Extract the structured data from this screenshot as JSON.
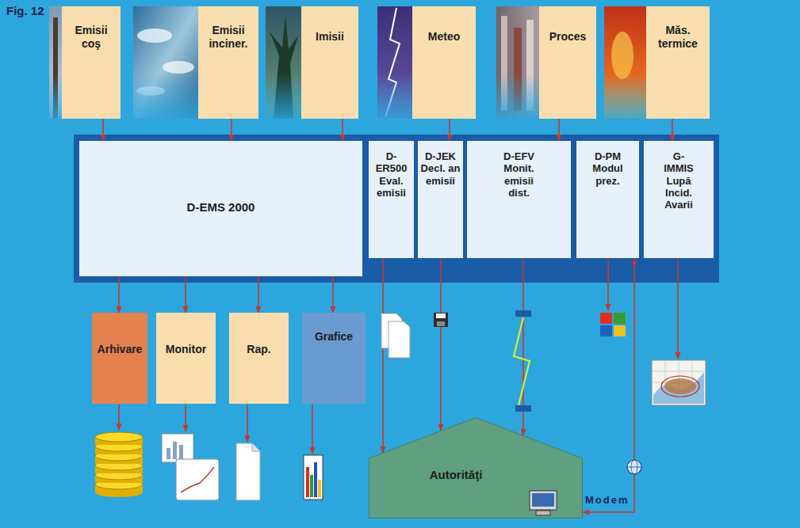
{
  "diagram": {
    "nodes": [
      {
        "text": [
          "Emisii coş"
        ]
      },
      {
        "text": [
          "Emisii inciner."
        ]
      },
      {
        "text": [
          "Imisii"
        ]
      },
      {
        "text": [
          "Meteo"
        ]
      },
      {
        "text": [
          "Proces"
        ]
      },
      {
        "text": [
          "Măs. termice"
        ]
      },
      {
        "text": [
          "D-EMS 2000"
        ]
      },
      {
        "text": [
          "D- ER500 Eval. emisii"
        ]
      },
      {
        "text": [
          "D-JEK Decl. an emisii"
        ]
      },
      {
        "text": [
          "D-EFV Monit. emisii dist."
        ]
      },
      {
        "text": [
          "D-PM Modul prez."
        ]
      },
      {
        "text": [
          "G- IMMIS Lupă Incid. Avarii"
        ]
      },
      {
        "text": [
          "Arhivare"
        ]
      },
      {
        "text": [
          "Monitor"
        ]
      },
      {
        "text": [
          "Rap."
        ]
      },
      {
        "text": [
          "Grafice"
        ]
      },
      {
        "text": [
          "Autorităţi"
        ]
      }
    ],
    "edges": [
      {
        "from": 0,
        "to": 6,
        "arrow": "to"
      },
      {
        "from": 1,
        "to": 6,
        "arrow": "to"
      },
      {
        "from": 2,
        "to": 6,
        "arrow": "to"
      },
      {
        "from": 3,
        "to": 8,
        "arrow": "to"
      },
      {
        "from": 4,
        "to": 9,
        "arrow": "to"
      },
      {
        "from": 5,
        "to": 11,
        "arrow": "to"
      },
      {
        "from": 6,
        "to": 12,
        "arrow": "to"
      },
      {
        "from": 6,
        "to": 13,
        "arrow": "to"
      },
      {
        "from": 6,
        "to": 14,
        "arrow": "to"
      },
      {
        "from": 6,
        "to": 15,
        "arrow": "to"
      },
      {
        "from": 7,
        "to": 16,
        "arrow": "to"
      },
      {
        "from": 8,
        "to": 16,
        "arrow": "to"
      },
      {
        "from": 9,
        "to": 16,
        "arrow": "to"
      },
      {
        "from": 10,
        "to": 16,
        "arrow": "both"
      }
    ],
    "labels": [
      "Fig. 12",
      "Modem"
    ]
  }
}
